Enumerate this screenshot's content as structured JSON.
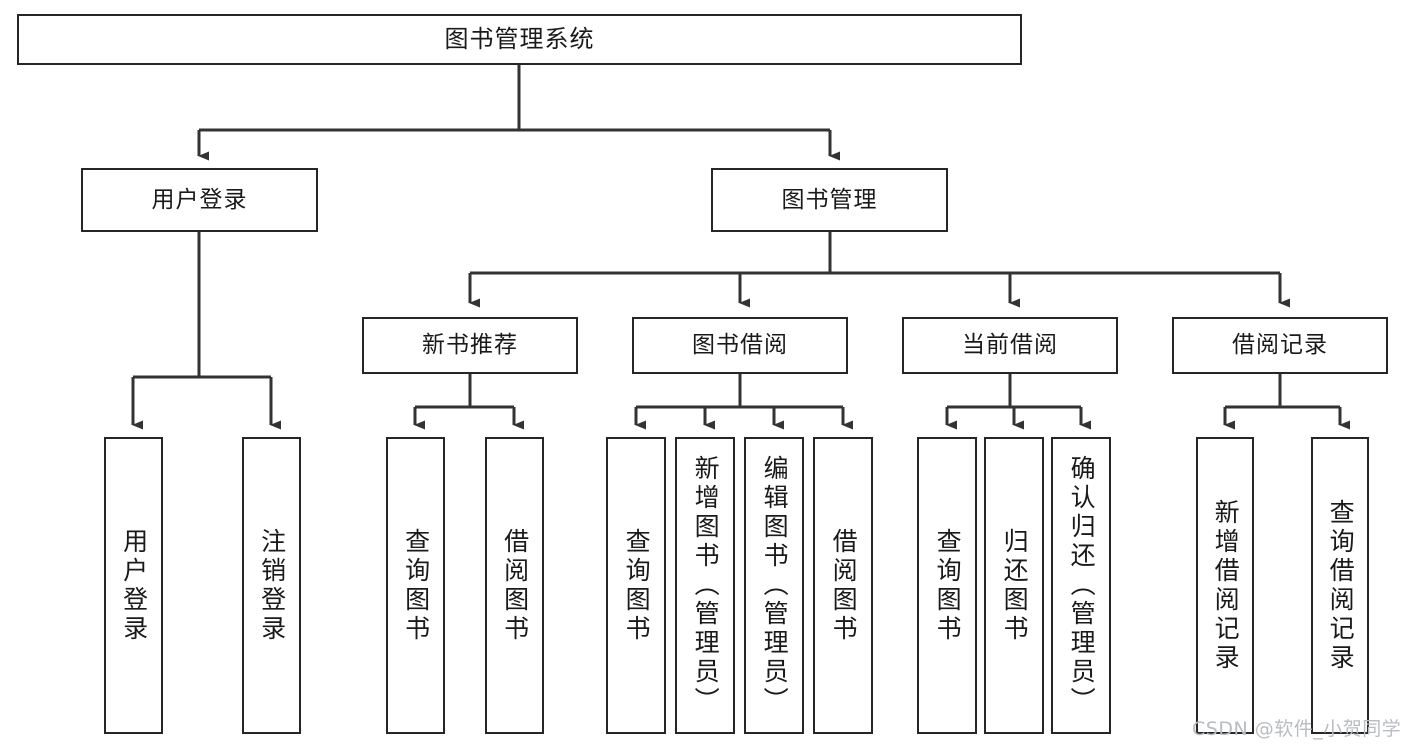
{
  "diagram": {
    "type": "tree-hierarchy-flowchart",
    "title": "图书管理系统",
    "watermark": "CSDN @软件_小贺同学",
    "colors": {
      "box_border": "#262626",
      "box_fill": "#ffffff",
      "connector": "#333333",
      "text": "#1a1a1a",
      "watermark": "#b9bcc0",
      "background": "#ffffff"
    },
    "levels": {
      "root": {
        "label": "图书管理系统"
      },
      "level2": [
        {
          "label": "用户登录"
        },
        {
          "label": "图书管理"
        }
      ],
      "level3": [
        {
          "label": "新书推荐"
        },
        {
          "label": "图书借阅"
        },
        {
          "label": "当前借阅"
        },
        {
          "label": "借阅记录"
        }
      ],
      "leaves": {
        "user_login": [
          {
            "label": "用户登录"
          },
          {
            "label": "注销登录"
          }
        ],
        "new_book_recommend": [
          {
            "label": "查询图书"
          },
          {
            "label": "借阅图书"
          }
        ],
        "book_borrow": [
          {
            "label": "查询图书"
          },
          {
            "label": "新增图书（管理员）"
          },
          {
            "label": "编辑图书（管理员）"
          },
          {
            "label": "借阅图书"
          }
        ],
        "current_borrow": [
          {
            "label": "查询图书"
          },
          {
            "label": "归还图书"
          },
          {
            "label": "确认归还（管理员）"
          }
        ],
        "borrow_records": [
          {
            "label": "新增借阅记录"
          },
          {
            "label": "查询借阅记录"
          }
        ]
      }
    }
  }
}
